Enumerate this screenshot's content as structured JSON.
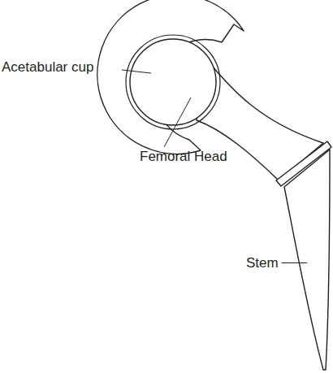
{
  "diagram": {
    "labels": [
      "Acetabular cup",
      "Femoral Head",
      "Stem"
    ]
  }
}
